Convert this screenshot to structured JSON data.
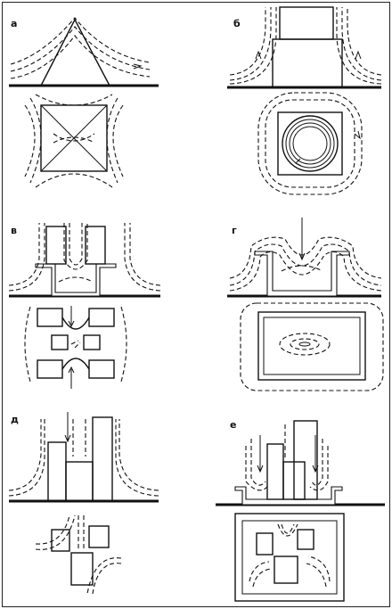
{
  "panels": [
    {
      "id": "a",
      "label": "а"
    },
    {
      "id": "b",
      "label": "б"
    },
    {
      "id": "v",
      "label": "в"
    },
    {
      "id": "g",
      "label": "г"
    },
    {
      "id": "d",
      "label": "д"
    },
    {
      "id": "e",
      "label": "е"
    }
  ]
}
